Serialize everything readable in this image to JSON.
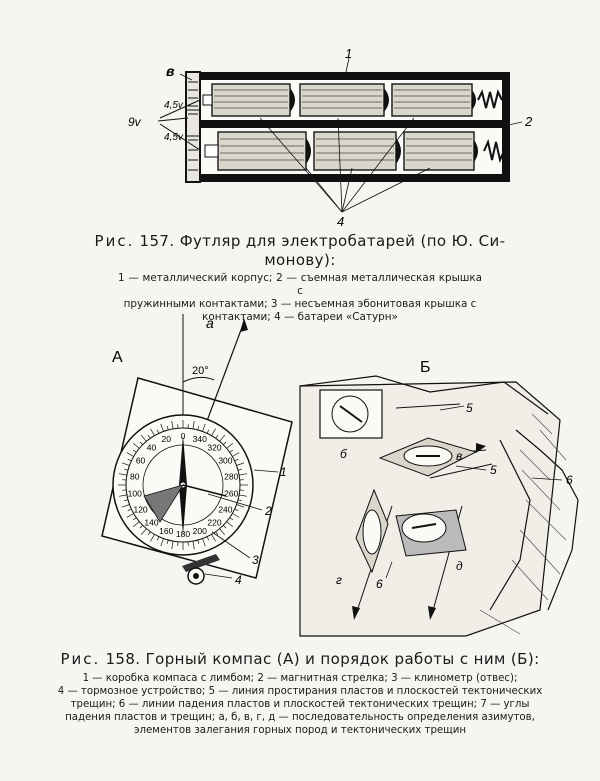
{
  "fig157": {
    "labels": {
      "top": "1",
      "right": "2",
      "left": "в",
      "bottom": "4",
      "volt_upper": "4,5v",
      "volt_lower": "4,5v",
      "volt_total": "9v"
    },
    "caption_prefix": "Рис.",
    "caption_text": "157. Футляр для электробатарей (по Ю. Си-",
    "caption_text2": "монову):",
    "legend_lines": [
      "1 — металлический корпус; 2 — съемная металлическая крышка с",
      "пружинными контактами; 3 — несъемная эбонитовая крышка с",
      "контактами; 4 — батареи «Сатурн»"
    ]
  },
  "fig158": {
    "panel_a": "А",
    "panel_b": "Б",
    "angle": "20°",
    "arrow_a": "a",
    "dial_numbers_outer": [
      "20",
      "40",
      "60",
      "80",
      "100",
      "120",
      "140",
      "160",
      "180",
      "200",
      "220",
      "240",
      "260",
      "280",
      "300",
      "320",
      "340",
      "0"
    ],
    "callouts": [
      "1",
      "2",
      "3",
      "4",
      "5",
      "6"
    ],
    "scene_letters": [
      "б",
      "в",
      "г",
      "д"
    ],
    "caption_prefix": "Рис.",
    "caption_text": "158. Горный компас (А) и порядок работы с ним (Б):",
    "legend_lines": [
      "1 — коробка компаса с лимбом; 2 — магнитная стрелка; 3 — клинометр (отвес);",
      "4 — тормозное устройство; 5 — линия простирания пластов и плоскостей тектонических",
      "трещин; 6 — линии падения пластов и плоскостей тектонических трещин; 7 — углы",
      "падения пластов и трещин; а, б, в, г, д — последовательность определения азимутов,",
      "элементов залегания горных пород и тектонических трещин"
    ]
  }
}
